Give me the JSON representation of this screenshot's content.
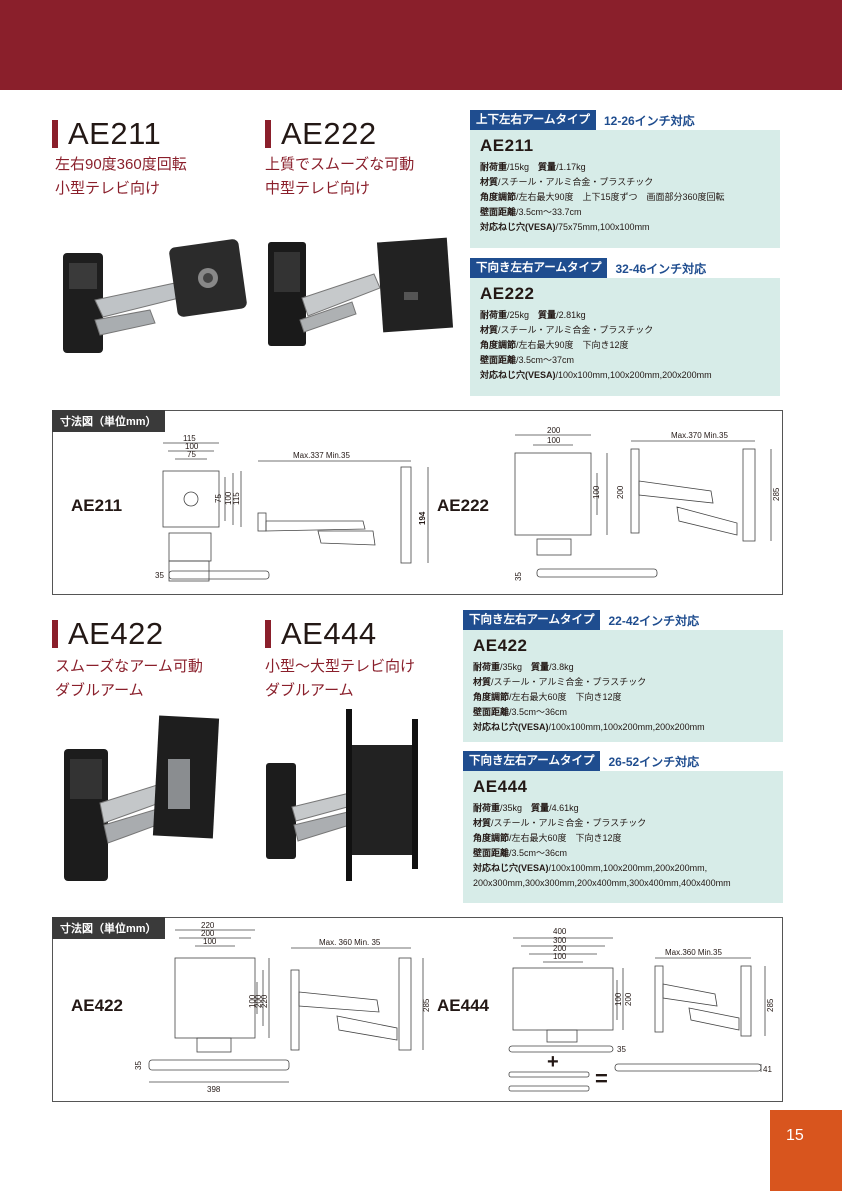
{
  "page_number": "15",
  "top": {
    "left": {
      "model": "AE211",
      "subtitle": [
        "左右90度360度回転",
        "小型テレビ向け"
      ]
    },
    "right": {
      "model": "AE222",
      "subtitle": [
        "上質でスムーズな可動",
        "中型テレビ向け"
      ]
    }
  },
  "bottom": {
    "left": {
      "model": "AE422",
      "subtitle": [
        "スムーズなアーム可動",
        "ダブルアーム"
      ]
    },
    "right": {
      "model": "AE444",
      "subtitle": [
        "小型〜大型テレビ向け",
        "ダブルアーム"
      ]
    }
  },
  "specs": [
    {
      "tag": "上下左右アームタイプ",
      "size": "12-26インチ対応",
      "model": "AE211",
      "lines": [
        [
          {
            "b": "耐荷重"
          },
          {
            "t": "/15kg　"
          },
          {
            "b": "質量"
          },
          {
            "t": "/1.17kg"
          }
        ],
        [
          {
            "b": "材質"
          },
          {
            "t": "/スチール・アルミ合金・プラスチック"
          }
        ],
        [
          {
            "b": "角度調節"
          },
          {
            "t": "/左右最大90度　上下15度ずつ　画面部分360度回転"
          }
        ],
        [
          {
            "b": "壁面距離"
          },
          {
            "t": "/3.5cm〜33.7cm"
          }
        ],
        [
          {
            "b": "対応ねじ穴(VESA)"
          },
          {
            "t": "/75x75mm,100x100mm"
          }
        ]
      ]
    },
    {
      "tag": "下向き左右アームタイプ",
      "size": "32-46インチ対応",
      "model": "AE222",
      "lines": [
        [
          {
            "b": "耐荷重"
          },
          {
            "t": "/25kg　"
          },
          {
            "b": "質量"
          },
          {
            "t": "/2.81kg"
          }
        ],
        [
          {
            "b": "材質"
          },
          {
            "t": "/スチール・アルミ合金・プラスチック"
          }
        ],
        [
          {
            "b": "角度調節"
          },
          {
            "t": "/左右最大90度　下向き12度"
          }
        ],
        [
          {
            "b": "壁面距離"
          },
          {
            "t": "/3.5cm〜37cm"
          }
        ],
        [
          {
            "b": "対応ねじ穴(VESA)"
          },
          {
            "t": "/100x100mm,100x200mm,200x200mm"
          }
        ]
      ]
    },
    {
      "tag": "下向き左右アームタイプ",
      "size": "22-42インチ対応",
      "model": "AE422",
      "lines": [
        [
          {
            "b": "耐荷重"
          },
          {
            "t": "/35kg　"
          },
          {
            "b": "質量"
          },
          {
            "t": "/3.8kg"
          }
        ],
        [
          {
            "b": "材質"
          },
          {
            "t": "/スチール・アルミ合金・プラスチック"
          }
        ],
        [
          {
            "b": "角度調節"
          },
          {
            "t": "/左右最大60度　下向き12度"
          }
        ],
        [
          {
            "b": "壁面距離"
          },
          {
            "t": "/3.5cm〜36cm"
          }
        ],
        [
          {
            "b": "対応ねじ穴(VESA)"
          },
          {
            "t": "/100x100mm,100x200mm,200x200mm"
          }
        ]
      ]
    },
    {
      "tag": "下向き左右アームタイプ",
      "size": "26-52インチ対応",
      "model": "AE444",
      "lines": [
        [
          {
            "b": "耐荷重"
          },
          {
            "t": "/35kg　"
          },
          {
            "b": "質量"
          },
          {
            "t": "/4.61kg"
          }
        ],
        [
          {
            "b": "材質"
          },
          {
            "t": "/スチール・アルミ合金・プラスチック"
          }
        ],
        [
          {
            "b": "角度調節"
          },
          {
            "t": "/左右最大60度　下向き12度"
          }
        ],
        [
          {
            "b": "壁面距離"
          },
          {
            "t": "/3.5cm〜36cm"
          }
        ],
        [
          {
            "b": "対応ねじ穴(VESA)"
          },
          {
            "t": "/100x100mm,100x200mm,200x200mm,"
          }
        ],
        [
          {
            "t": "200x300mm,300x300mm,200x400mm,300x400mm,400x400mm"
          }
        ]
      ]
    }
  ],
  "dimension_frames": [
    {
      "tag": "寸法図（単位mm）",
      "left_label": "AE211",
      "right_label": "AE222",
      "ae211": {
        "w1": "115",
        "w2": "100",
        "w3": "75",
        "h1": "75",
        "h2": "100",
        "h3": "115",
        "reach": "Max.337 Min.35",
        "height": "194",
        "depth": "35"
      },
      "ae222": {
        "w1": "200",
        "w2": "100",
        "h1": "100",
        "h2": "200",
        "reach": "Max.370 Min.35",
        "height": "285",
        "depth": "35"
      }
    },
    {
      "tag": "寸法図（単位mm）",
      "left_label": "AE422",
      "right_label": "AE444",
      "ae422": {
        "w1": "220",
        "w2": "200",
        "w3": "100",
        "h1": "100",
        "h2": "200",
        "h3": "220",
        "reach": "Max. 360 Min. 35",
        "height": "285",
        "depth": "35",
        "width": "398"
      },
      "ae444": {
        "w1": "400",
        "w2": "300",
        "w3": "200",
        "w4": "100",
        "h1": "100",
        "h2": "200",
        "reach": "Max.360 Min.35",
        "height": "285",
        "depth": "35",
        "depth2": "41",
        "plus": "+",
        "equals": "="
      }
    }
  ]
}
